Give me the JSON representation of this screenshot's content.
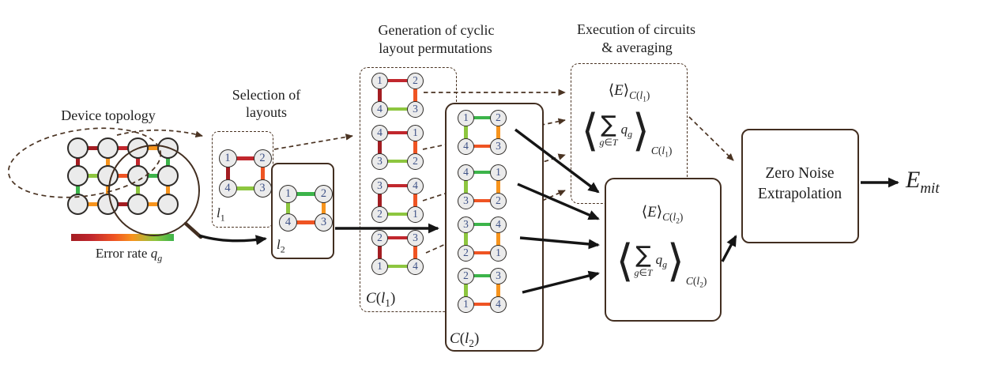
{
  "palette": {
    "darkred": "#a31d22",
    "red": "#c1272d",
    "redorange": "#ef5423",
    "orange": "#f7941d",
    "ygreen": "#8dc63f",
    "green": "#3cb44a",
    "box_border": "#422e20",
    "dash": "#4a3322",
    "arrow": "#151515",
    "node_fill": "#ebebeb",
    "node_stroke": "#2e2b28",
    "number": "#3d5186",
    "text": "#1f1f1f"
  },
  "device": {
    "title": "Device topology",
    "colorbar_label_html": "Error rate <i>q<sub>g</sub></i>",
    "grid": {
      "h_edges": [
        [
          "darkred",
          "red",
          "orange"
        ],
        [
          "ygreen",
          "redorange",
          "green"
        ],
        [
          "orange",
          "darkred",
          "orange"
        ]
      ],
      "v_edges": [
        [
          "darkred",
          "orange",
          "red",
          "green"
        ],
        [
          "green",
          "orange",
          "ygreen",
          "orange"
        ]
      ]
    }
  },
  "selection": {
    "title1": "Selection of",
    "title2": "layouts",
    "l1_html": "<i>l</i><sub>1</sub>",
    "l2_html": "<i>l</i><sub>2</sub>"
  },
  "generation": {
    "title1": "Generation of cyclic",
    "title2": "layout permutations",
    "cl1_html": "<i>C</i>(<i>l</i><sub>1</sub>)",
    "cl2_html": "<i>C</i>(<i>l</i><sub>2</sub>)"
  },
  "layouts": {
    "l1": {
      "nodes": [
        "1",
        "2",
        "4",
        "3"
      ],
      "edges": [
        "red",
        "redorange",
        "ygreen",
        "darkred"
      ]
    },
    "l2": {
      "nodes": [
        "1",
        "2",
        "4",
        "3"
      ],
      "edges": [
        "green",
        "orange",
        "redorange",
        "ygreen"
      ]
    },
    "cl1_perms": [
      [
        "1",
        "2",
        "4",
        "3"
      ],
      [
        "4",
        "1",
        "3",
        "2"
      ],
      [
        "3",
        "4",
        "2",
        "1"
      ],
      [
        "2",
        "3",
        "1",
        "4"
      ]
    ],
    "cl2_perms": [
      [
        "1",
        "2",
        "4",
        "3"
      ],
      [
        "4",
        "1",
        "3",
        "2"
      ],
      [
        "3",
        "4",
        "2",
        "1"
      ],
      [
        "2",
        "3",
        "1",
        "4"
      ]
    ]
  },
  "execution": {
    "title1": "Execution of circuits",
    "title2": "& averaging",
    "e1_html": "<span class='mg'>⟨</span><i>E</i><span class='mg'>⟩</span><sub class='fsub'><i>C</i>(<i>l</i><sub>1</sub>)</sub>",
    "e2_html": "<span class='mg'>⟨</span><i>E</i><span class='mg'>⟩</span><sub class='fsub'><i>C</i>(<i>l</i><sub>2</sub>)</sub>",
    "lang": "⟨",
    "rang": "⟩",
    "sigma": "∑",
    "limits_html": "<i>g</i><span class='mg'>∈</span><i>T</i>",
    "term_html": "<i>q</i><sub><i>g</i></sub>",
    "sub1_html": "<i>C</i>(<i>l</i><sub>1</sub>)",
    "sub2_html": "<i>C</i>(<i>l</i><sub>2</sub>)"
  },
  "zne": {
    "title1": "Zero Noise",
    "title2": "Extrapolation",
    "emit_html": "<i>E</i><sub><i>mit</i></sub>"
  }
}
